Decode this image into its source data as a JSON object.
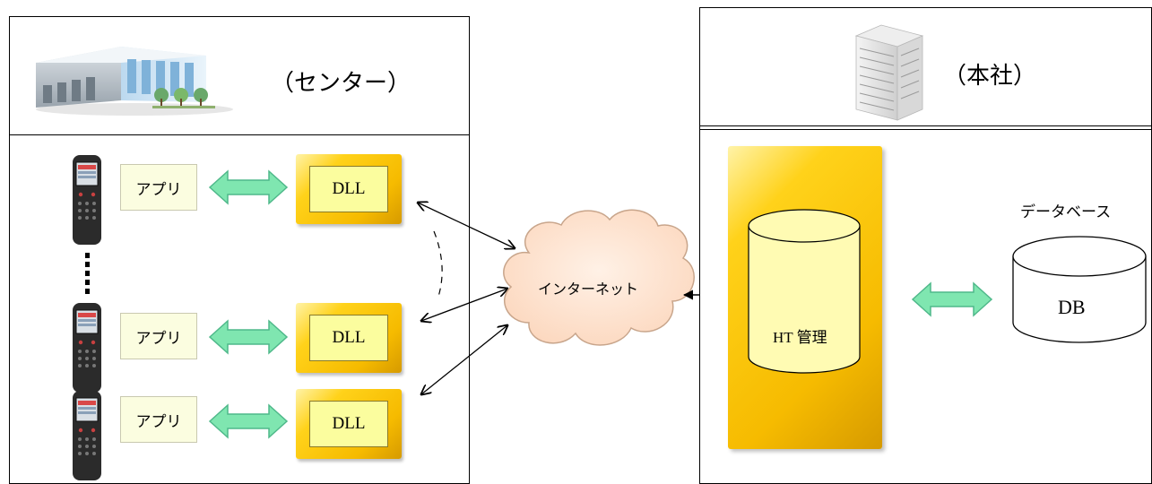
{
  "center": {
    "title": "（センター）",
    "rows": [
      {
        "app_label": "アプリ",
        "dll_label": "DLL"
      },
      {
        "app_label": "アプリ",
        "dll_label": "DLL"
      },
      {
        "app_label": "アプリ",
        "dll_label": "DLL"
      }
    ]
  },
  "headquarters": {
    "title": "（本社）",
    "ht_label": "HT 管理",
    "db_caption": "データベース",
    "db_label": "DB"
  },
  "network": {
    "label": "インターネット"
  },
  "colors": {
    "gold": "#f6bb00",
    "pale_yellow": "#fbfd9e",
    "arrow_green": "#7fe6b0",
    "cloud": "#fde3d0",
    "ht_cylinder": "#fffbb3"
  },
  "icons": [
    "warehouse-building-icon",
    "office-building-icon",
    "handheld-terminal-icon",
    "internet-cloud-icon",
    "database-cylinder-icon"
  ]
}
